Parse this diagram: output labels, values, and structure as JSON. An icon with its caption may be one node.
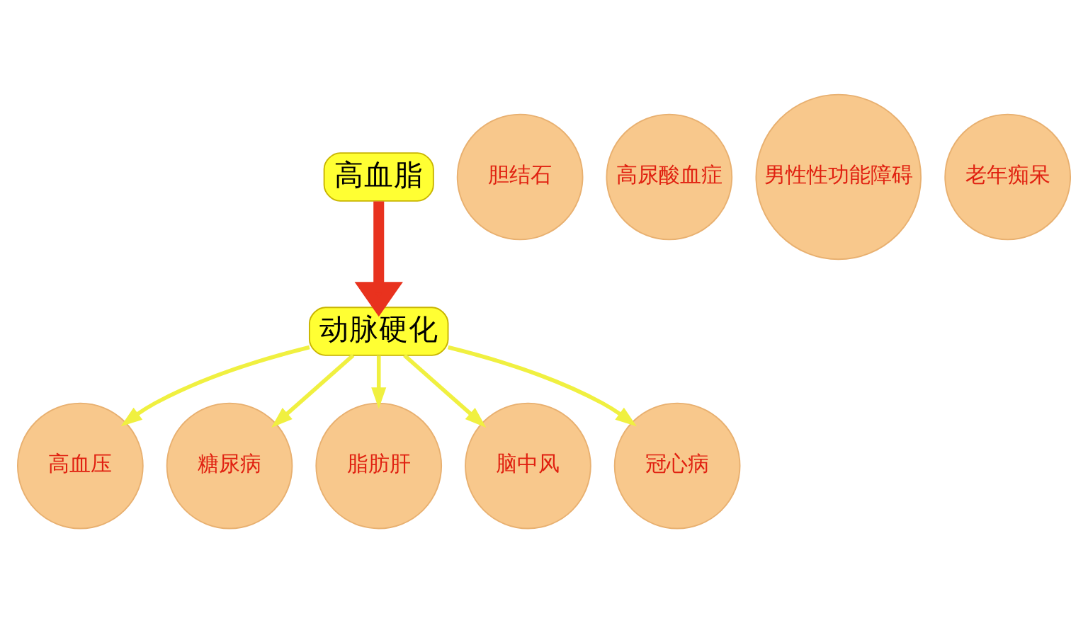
{
  "diagram": {
    "nodes": [
      {
        "text": [
          "高血脂"
        ]
      },
      {
        "text": [
          "动脉硬化"
        ]
      },
      {
        "text": [
          "高血压"
        ]
      },
      {
        "text": [
          "糖尿病"
        ]
      },
      {
        "text": [
          "胆结石"
        ]
      },
      {
        "text": [
          "脂肪肝"
        ]
      },
      {
        "text": [
          "脑中风"
        ]
      },
      {
        "text": [
          "冠心病"
        ]
      },
      {
        "text": [
          "高尿酸血症"
        ]
      },
      {
        "text": [
          "男性性功能障碍"
        ]
      },
      {
        "text": [
          "老年痴呆"
        ]
      }
    ],
    "edges": [
      {
        "from": 0,
        "to": 1,
        "arrow": "to",
        "style": "thick",
        "color": "#e8321e"
      },
      {
        "from": 1,
        "to": 2,
        "arrow": "to"
      },
      {
        "from": 1,
        "to": 5,
        "arrow": "to"
      },
      {
        "from": 1,
        "to": 6,
        "arrow": "to"
      },
      {
        "from": 1,
        "to": 7,
        "arrow": "to"
      },
      {
        "from": 1,
        "to": 3,
        "arrow": "to"
      }
    ]
  }
}
